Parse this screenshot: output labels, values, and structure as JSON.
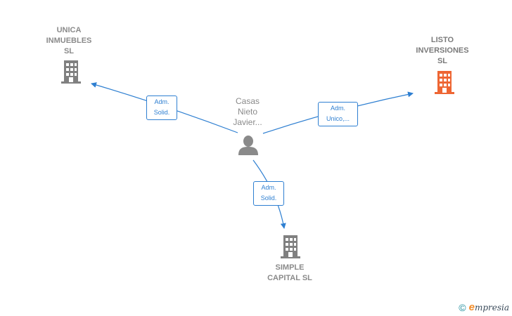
{
  "colors": {
    "edge": "#2e7fd1",
    "building_default": "#808080",
    "building_highlight": "#ee6633",
    "person": "#8a8a8a"
  },
  "nodes": {
    "unica": {
      "label": "UNICA\nINMUEBLES\nSL",
      "icon": "building-icon"
    },
    "listo": {
      "label": "LISTO\nINVERSIONES\nSL",
      "icon": "building-icon",
      "highlighted": true
    },
    "simple": {
      "label": "SIMPLE\nCAPITAL  SL",
      "icon": "building-icon"
    },
    "person": {
      "label": "Casas\nNieto\nJavier...",
      "icon": "person-icon"
    }
  },
  "edges": {
    "to_unica": {
      "label": "Adm.\nSolid."
    },
    "to_listo": {
      "label": "Adm.\nUnico,..."
    },
    "to_simple": {
      "label": "Adm.\nSolid."
    }
  },
  "footer": {
    "copyright": "©",
    "brand_initial": "e",
    "brand_rest": "mpresia"
  }
}
